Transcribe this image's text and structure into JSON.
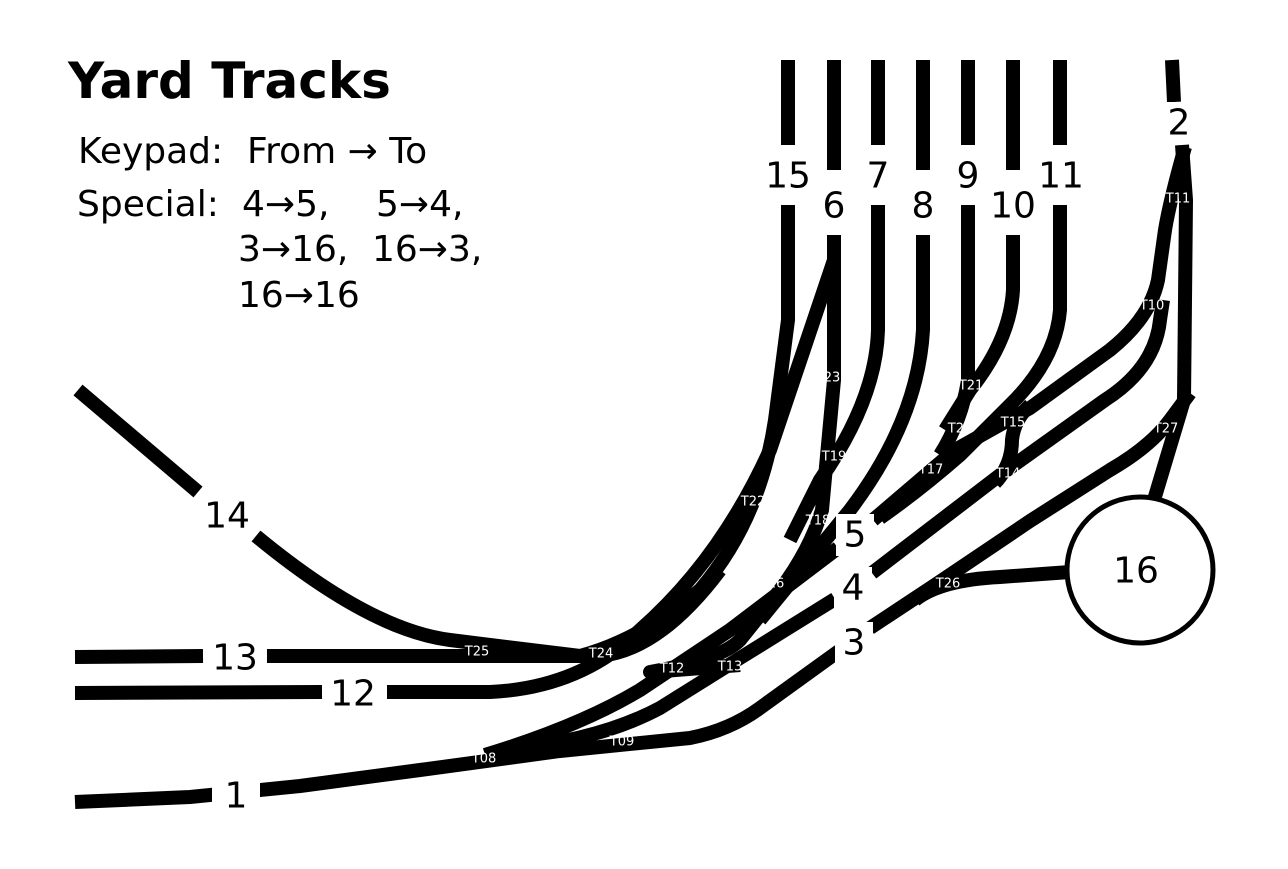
{
  "title": "Yard Tracks",
  "legend": {
    "keypad_label": "Keypad:",
    "keypad_value": "From → To",
    "special_label": "Special:",
    "special_pairs": [
      "4→5,",
      "5→4,",
      "3→16,",
      "16→3,",
      "16→16"
    ]
  },
  "tracks": {
    "t1": "1",
    "t2": "2",
    "t3": "3",
    "t4": "4",
    "t5": "5",
    "t6": "6",
    "t7": "7",
    "t8": "8",
    "t9": "9",
    "t10": "10",
    "t11": "11",
    "t12": "12",
    "t13": "13",
    "t14": "14",
    "t15": "15",
    "t16": "16"
  },
  "turnouts": [
    "T08",
    "T09",
    "T10",
    "T11",
    "T12",
    "T13",
    "T14",
    "T15",
    "T16",
    "T17",
    "T18",
    "T19",
    "T20",
    "T21",
    "T22",
    "T23",
    "T24",
    "T25",
    "T26",
    "T27"
  ]
}
